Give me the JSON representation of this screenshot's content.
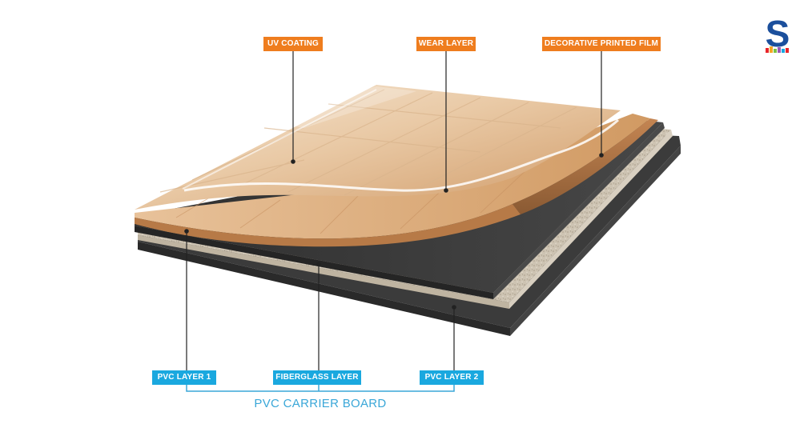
{
  "labels": {
    "uv_coating": "UV COATING",
    "wear_layer": "WEAR LAYER",
    "decorative_film": "DECORATIVE PRINTED FILM",
    "pvc_layer_1": "PVC LAYER 1",
    "fiberglass_layer": "FIBERGLASS LAYER",
    "pvc_layer_2": "PVC LAYER 2",
    "carrier_board": "PVC CARRIER BOARD"
  },
  "logo": {
    "letter": "S"
  },
  "colors": {
    "accent_orange": "#ef7d1e",
    "accent_blue": "#1aa8df",
    "carrier_text": "#3aa7d8",
    "wood_light": "#f0d9bf",
    "wood_mid": "#d9a878",
    "pvc_dark": "#3a3a3a",
    "fiberglass": "#c9bfae",
    "logo_blue": "#1b4f9c"
  }
}
